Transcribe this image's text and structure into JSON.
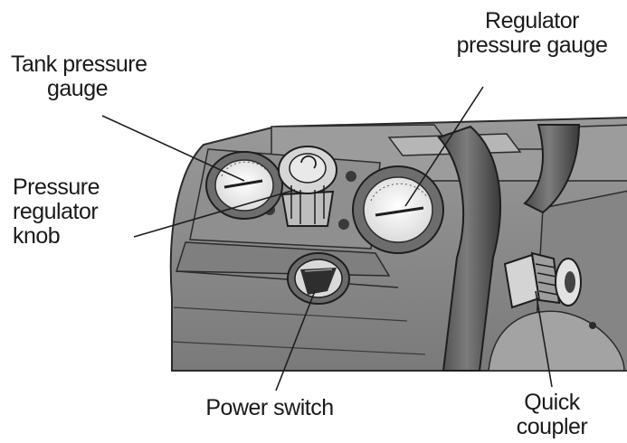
{
  "labels": {
    "tank_pressure_gauge": [
      "Tank pressure",
      "gauge"
    ],
    "regulator_pressure_gauge": [
      "Regulator",
      "pressure gauge"
    ],
    "pressure_regulator_knob": [
      "Pressure",
      "regulator",
      "knob"
    ],
    "power_switch": [
      "Power switch"
    ],
    "quick_coupler": [
      "Quick",
      "coupler"
    ]
  },
  "colors": {
    "body_light": "#cfcfcf",
    "body_mid": "#a9a9a9",
    "body_dark": "#6e6e6e",
    "outline": "#2b2b2b",
    "gauge_face": "#f4f4f4",
    "text": "#1a1a1a"
  }
}
